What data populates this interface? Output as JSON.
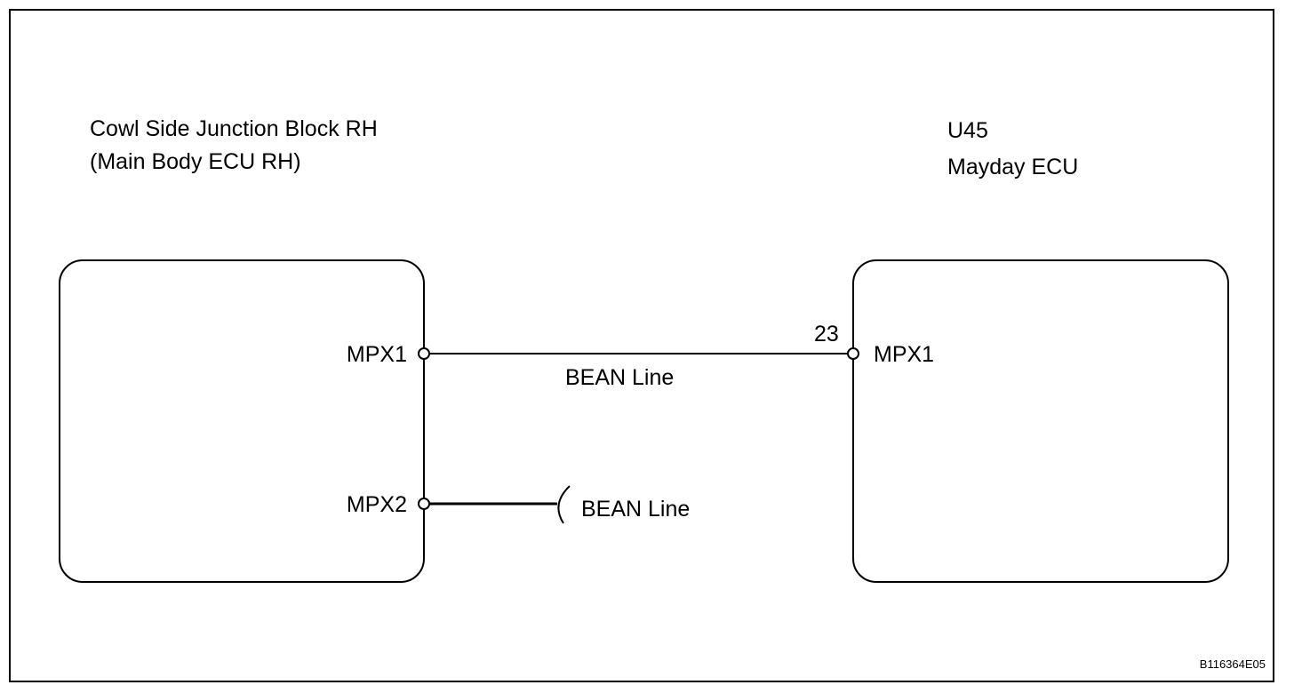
{
  "left_component": {
    "name": "Cowl Side Junction Block RH",
    "subname": "(Main Body ECU RH)",
    "pins": {
      "mpx1": "MPX1",
      "mpx2": "MPX2"
    }
  },
  "right_component": {
    "code": "U45",
    "name": "Mayday ECU",
    "pin_number": "23",
    "pin_label": "MPX1"
  },
  "wires": {
    "main_label": "BEAN Line",
    "branch_label": "BEAN Line"
  },
  "figure_id": "B116364E05",
  "colors": {
    "line": "#000000",
    "background": "#ffffff"
  }
}
